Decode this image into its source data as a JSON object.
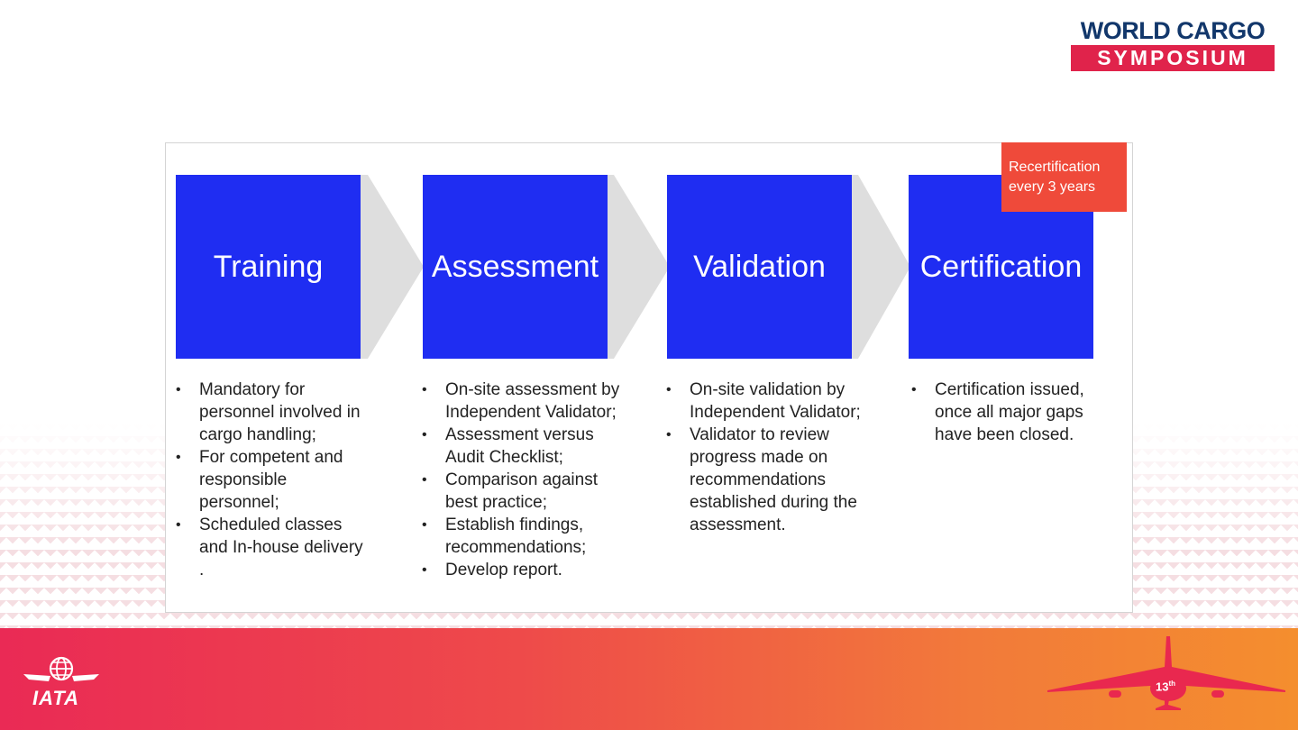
{
  "header": {
    "logo_line1": "WORLD CARGO",
    "logo_line2": "SYMPOSIUM"
  },
  "process": {
    "steps": [
      {
        "label": "Training",
        "color": "#1f2df2"
      },
      {
        "label": "Assessment",
        "color": "#1f2df2"
      },
      {
        "label": "Validation",
        "color": "#1f2df2"
      },
      {
        "label": "Certification",
        "color": "#1f2df2"
      }
    ],
    "badge": {
      "line1": "Recertification",
      "line2": "every 3 years",
      "color": "#ef4a3a"
    }
  },
  "columns": [
    [
      "Mandatory for personnel involved in cargo handling;",
      "For competent and responsible personnel;",
      "Scheduled classes and In-house delivery ."
    ],
    [
      "On-site assessment by Independent Validator;",
      "Assessment versus Audit Checklist;",
      "Comparison against best practice;",
      "Establish findings, recommendations;",
      "Develop report."
    ],
    [
      "On-site validation by Independent Validator;",
      "Validator to review progress made on recommendations established during the assessment."
    ],
    [
      "Certification issued, once all major gaps have been closed."
    ]
  ],
  "footer": {
    "iata_logo": "IATA",
    "edition": "13",
    "edition_suffix": "th",
    "gradient": [
      "#ea2a55",
      "#f48e2e"
    ]
  }
}
